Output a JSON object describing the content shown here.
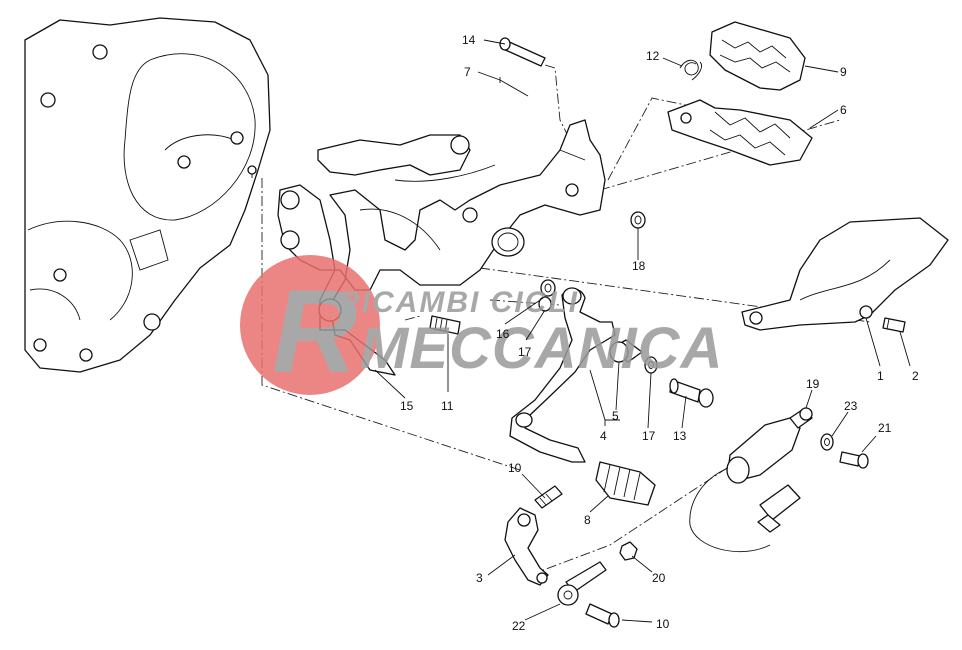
{
  "watermark": {
    "logo_letter": "R",
    "line1": "RICAMBI CICLI",
    "line2": "MECCANICA",
    "red": "#e8716f",
    "grey": "#9a9a9a"
  },
  "callouts": {
    "n1": "1",
    "n2": "2",
    "n3": "3",
    "n4": "4",
    "n5": "5",
    "n6": "6",
    "n7": "7",
    "n8": "8",
    "n9": "9",
    "n10a": "10",
    "n10b": "10",
    "n11": "11",
    "n12": "12",
    "n13": "13",
    "n14": "14",
    "n15": "15",
    "n16": "16",
    "n17a": "17",
    "n17b": "17",
    "n18": "18",
    "n19": "19",
    "n20": "20",
    "n21": "21",
    "n22": "22",
    "n23": "23"
  }
}
